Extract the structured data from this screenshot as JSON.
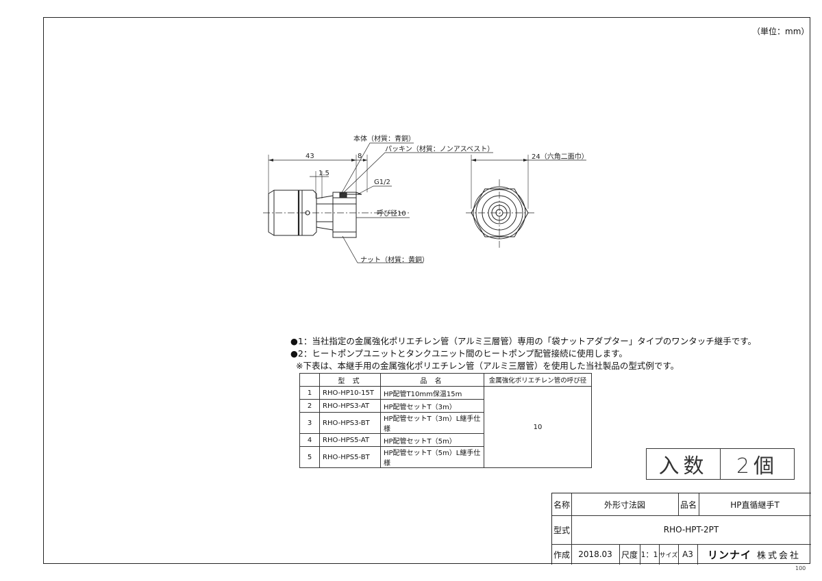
{
  "unit_label": "（単位：mm）",
  "page_number": "100",
  "drawing": {
    "callouts": {
      "body": "本体（材質：青銅）",
      "packing": "パッキン（材質：ノンアスベスト）",
      "nut": "ナット（材質：黄銅）",
      "thread": "G1/2",
      "nominal": "呼び径10",
      "hex": "24（六角二面巾）"
    },
    "dimensions": {
      "overall": "43",
      "nut_len": "8",
      "gap": "1.5"
    }
  },
  "notes": [
    "●1：当社指定の金属強化ポリエチレン管（アルミ三層管）専用の「袋ナットアダプター」タイプのワンタッチ継手です。",
    "●2：ヒートポンプユニットとタンクユニット間のヒートポンプ配管接続に使用します。",
    "※下表は、本継手用の金属強化ポリエチレン管（アルミ三層管）を使用した当社製品の型式例です。"
  ],
  "table": {
    "headers": {
      "no": "",
      "model": "型 式",
      "name": "品 名",
      "diameter": "金属強化ポリエチレン管の呼び径"
    },
    "rows": [
      {
        "no": "1",
        "model": "RHO-HP10-15T",
        "name": "HP配管T10mm保温15m"
      },
      {
        "no": "2",
        "model": "RHO-HPS3-AT",
        "name": "HP配管セットT（3m）"
      },
      {
        "no": "3",
        "model": "RHO-HPS3-BT",
        "name": "HP配管セットT（3m）L継手仕様"
      },
      {
        "no": "4",
        "model": "RHO-HPS5-AT",
        "name": "HP配管セットT（5m）"
      },
      {
        "no": "5",
        "model": "RHO-HPS5-BT",
        "name": "HP配管セットT（5m）L継手仕様"
      }
    ],
    "diameter_value": "10"
  },
  "quantity": {
    "label": "入数",
    "value": "2個"
  },
  "title_block": {
    "name_label": "名称",
    "name_value": "外形寸法図",
    "product_label": "品名",
    "product_value": "HP直循継手T",
    "model_label": "型式",
    "model_value": "RHO-HPT-2PT",
    "made_label": "作成",
    "date": "2018.03",
    "scale_label": "尺度",
    "scale_value": "1：1",
    "size_label": "サイズ",
    "size_value": "A3",
    "brand": "リンナイ",
    "company": "株式会社"
  }
}
